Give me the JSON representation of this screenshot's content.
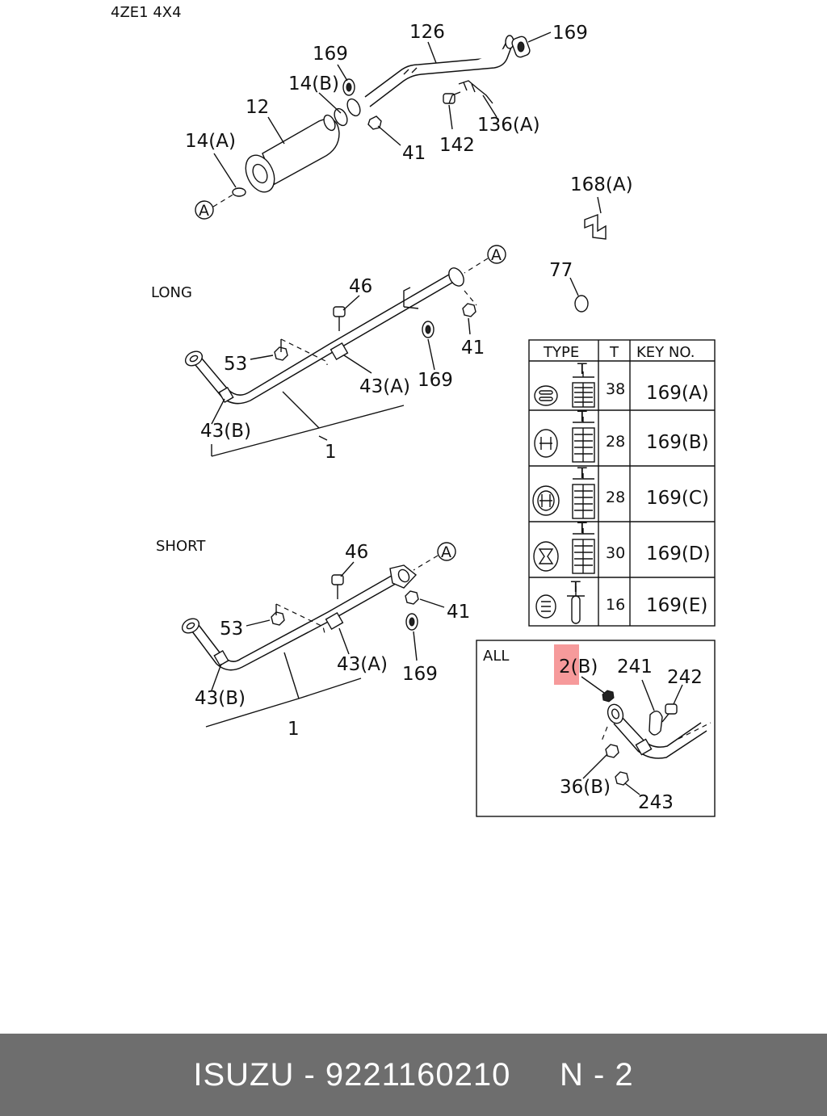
{
  "diagram": {
    "engine_label": "4ZE1 4X4",
    "variant_long": "LONG",
    "variant_short": "SHORT",
    "variant_all": "ALL",
    "ref_marker": "A",
    "labels": {
      "p126": "126",
      "p169_top_right": "169",
      "p169_top": "169",
      "p14b": "14(B)",
      "p12": "12",
      "p14a": "14(A)",
      "p41_top": "41",
      "p142": "142",
      "p136a": "136(A)",
      "p168a": "168(A)",
      "p77": "77",
      "p46_long": "46",
      "p41_long": "41",
      "p53_long": "53",
      "p43a_long": "43(A)",
      "p169_long": "169",
      "p43b_long": "43(B)",
      "p1_long": "1",
      "p46_short": "46",
      "p41_short": "41",
      "p53_short": "53",
      "p43a_short": "43(A)",
      "p169_short": "169",
      "p43b_short": "43(B)",
      "p1_short": "1",
      "p2b": "2(B)",
      "p241": "241",
      "p242": "242",
      "p36b": "36(B)",
      "p243": "243"
    },
    "highlighted_part": "2",
    "highlighted_suffix": "(B)"
  },
  "type_table": {
    "headers": [
      "TYPE",
      "T",
      "KEY NO."
    ],
    "t_marker": "T",
    "rows": [
      {
        "t": "38",
        "key": "169(A)"
      },
      {
        "t": "28",
        "key": "169(B)"
      },
      {
        "t": "28",
        "key": "169(C)"
      },
      {
        "t": "30",
        "key": "169(D)"
      },
      {
        "t": "16",
        "key": "169(E)"
      }
    ]
  },
  "footer": {
    "text": "ISUZU - 9221160210     N - 2"
  }
}
